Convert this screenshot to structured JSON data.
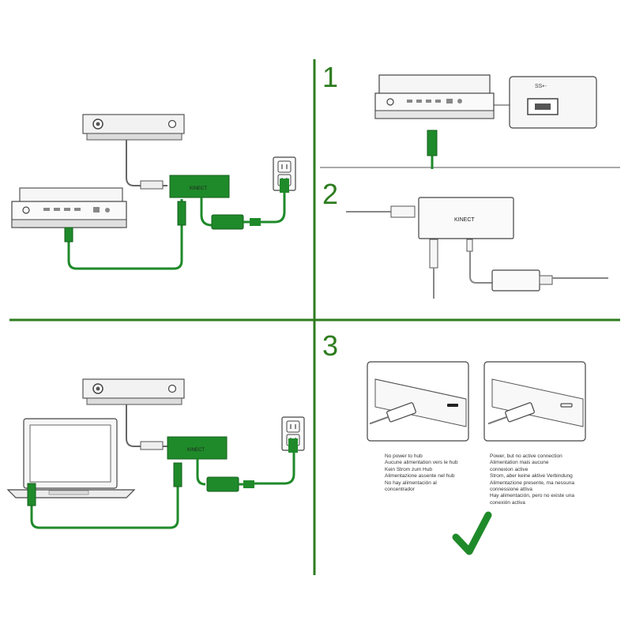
{
  "steps": [
    "1",
    "2",
    "3"
  ],
  "hub_label": "KINECT",
  "port_label": "SS⇠",
  "captions": {
    "no_power": [
      "No power to hub",
      "Aucune alimentation vers le hub",
      "Kein Strom zum Hub",
      "Alimentazione assente nel hub",
      "No hay alimentación al",
      "concentrador"
    ],
    "power_ok": [
      "Power, but no active connection",
      "Alimentation mais aucune",
      "connexion active",
      "Strom, aber keine aktive Verbindung",
      "Alimentazione presente, ma nessuna",
      "connessione attiva",
      "Hay alimentación, pero no existe una",
      "conexión activa"
    ]
  },
  "colors": {
    "accent_green": "#2e7d1f",
    "cable_green": "#1f8a2a",
    "device_gray": "#e4e4e4",
    "line": "#555555"
  }
}
